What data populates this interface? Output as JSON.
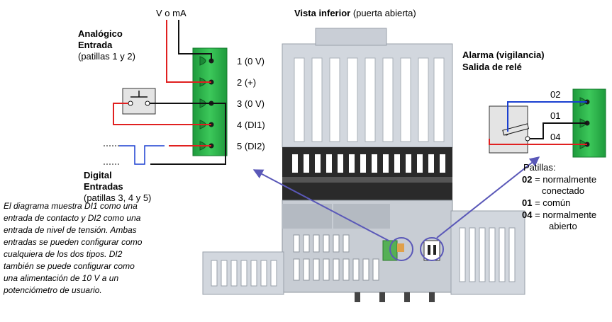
{
  "title": {
    "bold": "Vista inferior",
    "normal": " (puerta abierta)"
  },
  "voltage_label": "V o mA",
  "analog": {
    "line1": "Analógico",
    "line2": "Entrada",
    "line3": "(patillas 1 y 2)"
  },
  "digital": {
    "line1": "Digital",
    "line2": "Entradas",
    "line3": "(patillas 3, 4 y 5)"
  },
  "pins": [
    "1 (0 V)",
    "2 (+)",
    "3 (0 V)",
    "4 (DI1)",
    "5 (DI2)"
  ],
  "alarm": {
    "line1": "Alarma (vigilancia)",
    "line2": "Salida de relé"
  },
  "relay_pins": [
    "02",
    "01",
    "04"
  ],
  "legend": {
    "header": "Patillas:",
    "items": [
      {
        "code": "02",
        "text": " = normalmente",
        "cont": "conectado"
      },
      {
        "code": "01",
        "text": " = común",
        "cont": ""
      },
      {
        "code": "04",
        "text": " = normalmente",
        "cont": "abierto"
      }
    ]
  },
  "note_lines": [
    "El diagrama muestra DI1 como una",
    "entrada de contacto y DI2 como una",
    "entrada de nivel de tensión. Ambas",
    "entradas se pueden configurar como",
    "cualquiera de los dos tipos. DI2",
    "también se puede configurar como",
    "una alimentación de 10 V a un",
    "potenciómetro de usuario."
  ],
  "colors": {
    "terminal_green": "#22aa44",
    "wire_red": "#e02020",
    "wire_blue": "#1a3fd0",
    "arrow": "#5a58b8",
    "device_grey": "#c8cdd4",
    "device_dark": "#2a2a2a"
  }
}
